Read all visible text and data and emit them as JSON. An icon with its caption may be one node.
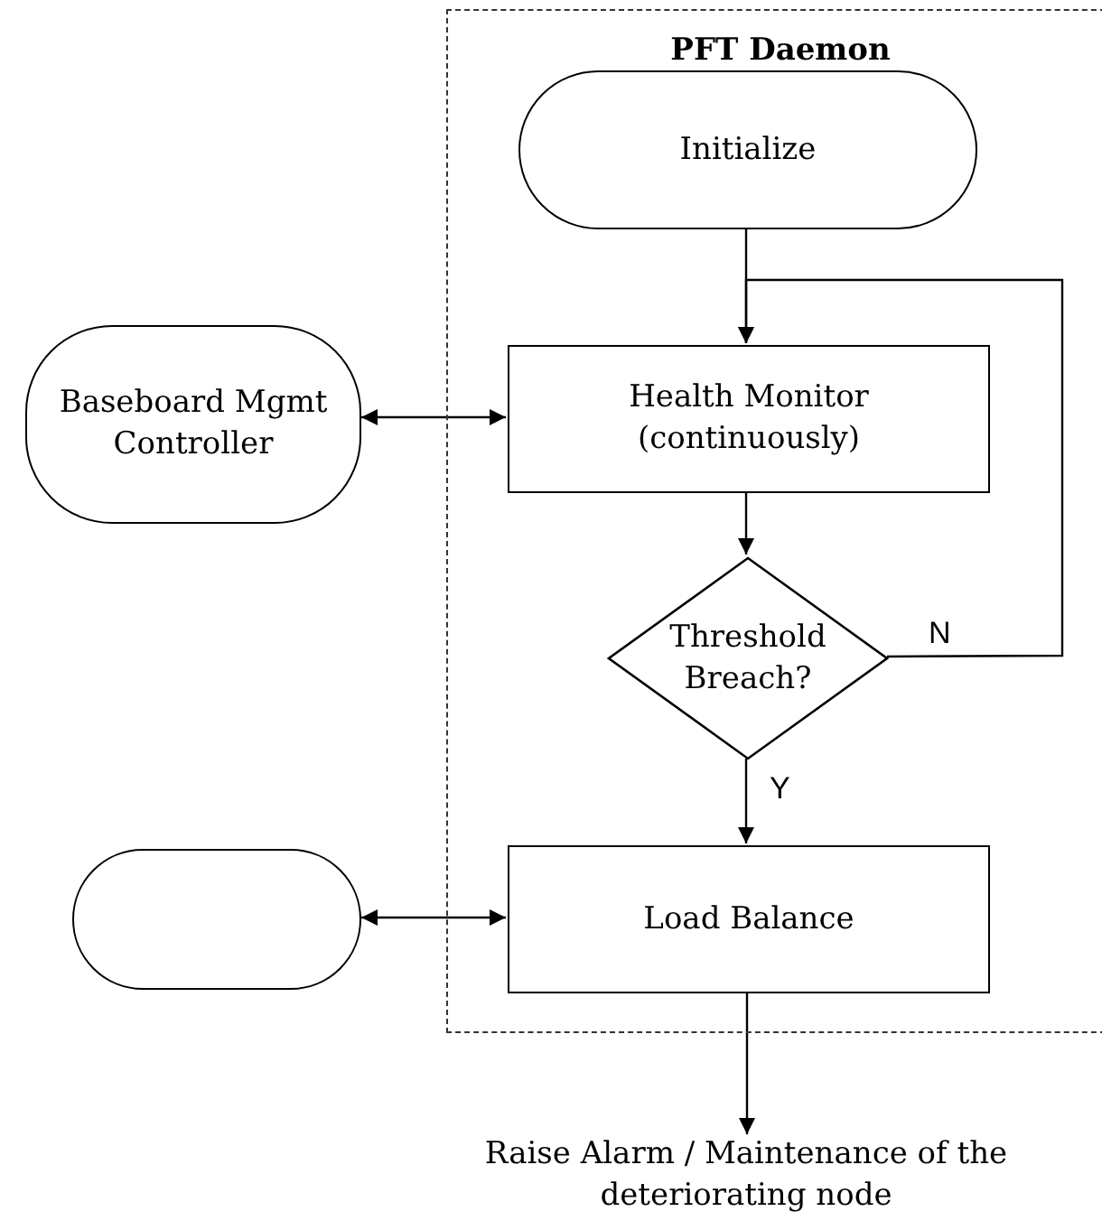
{
  "diagram": {
    "nodes": [
      {
        "text": [
          "PFT Daemon"
        ]
      },
      {
        "text": [
          "Initialize"
        ],
        "in": 0
      },
      {
        "text": [
          "Health Monitor (continuously)"
        ],
        "in": 0
      },
      {
        "text": [
          "Threshold Breach?"
        ],
        "in": 0
      },
      {
        "text": [
          "Load Balance"
        ],
        "in": 0
      },
      {
        "text": [
          "Baseboard Mgmt Controller"
        ]
      },
      {
        "text": [],
        "shape": "stadium"
      },
      {
        "text": [
          "Raise Alarm / Maintenance of the deteriorating node"
        ]
      }
    ],
    "edges": [
      {
        "from": 1,
        "to": 2,
        "arrow": "to"
      },
      {
        "from": 2,
        "to": 3,
        "arrow": "to"
      },
      {
        "from": 3,
        "to": 2,
        "arrow": "to",
        "label": "N"
      },
      {
        "from": 3,
        "to": 4,
        "arrow": "to",
        "label": "Y"
      },
      {
        "from": 5,
        "to": 2,
        "arrow": "both"
      },
      {
        "from": 6,
        "to": 4,
        "arrow": "both"
      },
      {
        "from": 4,
        "to": 7,
        "arrow": "to"
      }
    ]
  }
}
